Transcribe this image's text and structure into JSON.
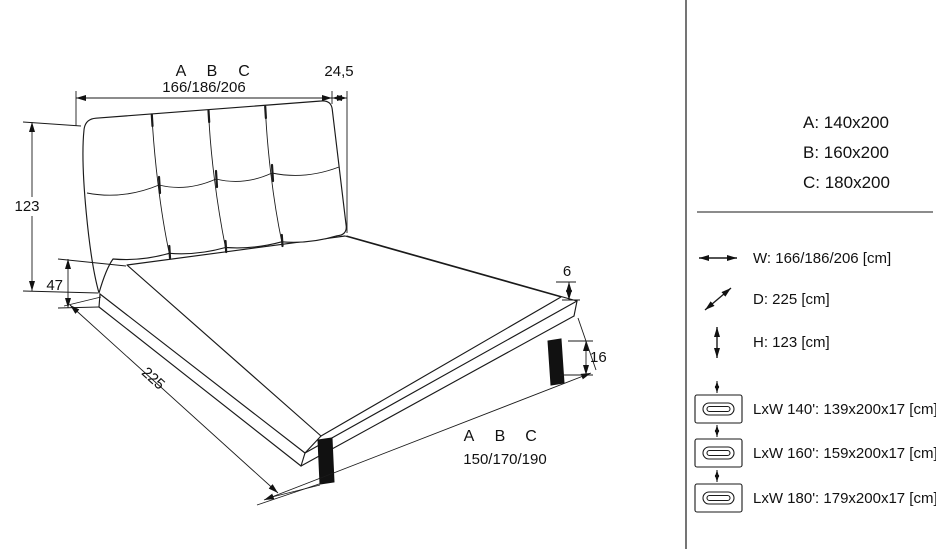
{
  "drawing": {
    "top_dim": {
      "letters": [
        "A",
        "B",
        "C"
      ],
      "width": "166/186/206",
      "overhang": "24,5"
    },
    "height": "123",
    "frame_height": "47",
    "depth": "225",
    "rim": "6",
    "clearance": "16",
    "bottom_dim": {
      "letters": [
        "A",
        "B",
        "C"
      ],
      "width": "150/170/190"
    }
  },
  "panel": {
    "sizes": [
      "A: 140x200",
      "B: 160x200",
      "C: 180x200"
    ],
    "dims": [
      {
        "label": "W: 166/186/206 [cm]"
      },
      {
        "label": "D: 225 [cm]"
      },
      {
        "label": "H: 123 [cm]"
      }
    ],
    "packages": [
      {
        "label": "LxW 140': 139x200x17 [cm]"
      },
      {
        "label": "LxW 160': 159x200x17 [cm]"
      },
      {
        "label": "LxW 180': 179x200x17 [cm]"
      }
    ]
  }
}
